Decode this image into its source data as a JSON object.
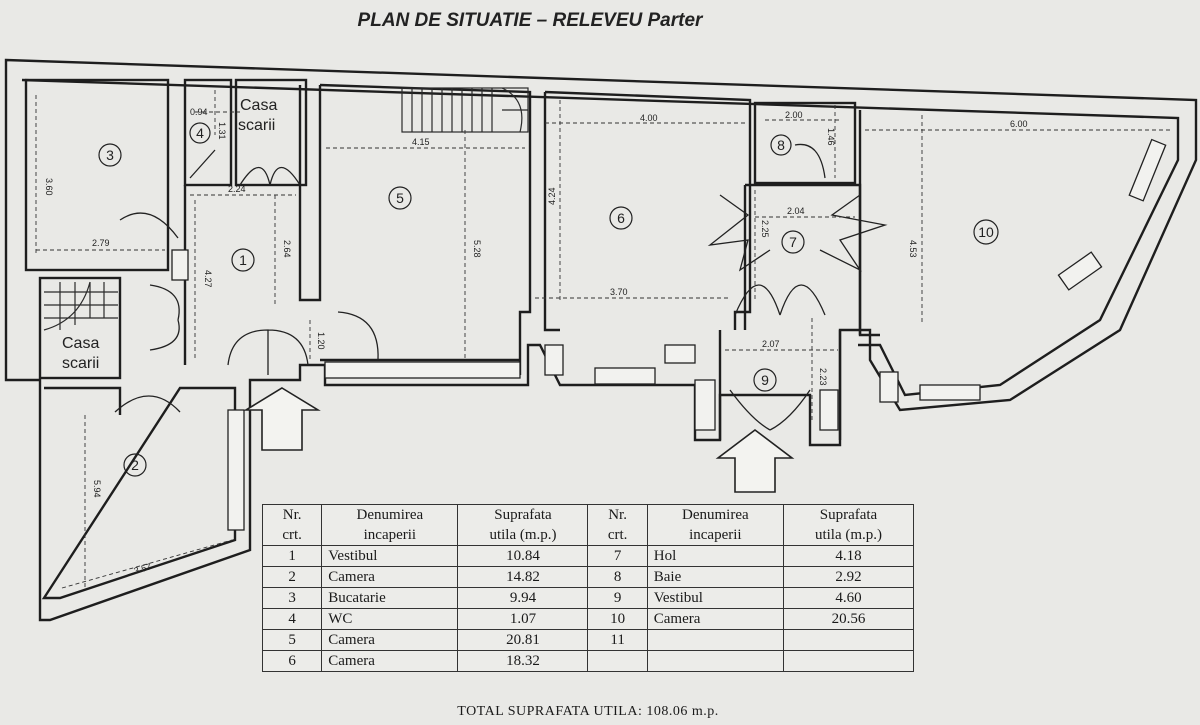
{
  "title": "PLAN DE SITUATIE – RELEVEU Parter",
  "rooms": [
    "1",
    "2",
    "3",
    "4",
    "5",
    "6",
    "7",
    "8",
    "9",
    "10"
  ],
  "stair_labels": {
    "top": [
      "Casa",
      "scarii"
    ],
    "left": [
      "Casa",
      "scarii"
    ]
  },
  "dimensions": {
    "d1": "0.94",
    "d2": "1.31",
    "d3": "2.24",
    "d4": "3.60",
    "d5": "2.79",
    "d6": "4.27",
    "d7": "2.64",
    "d8": "1.20",
    "d9": "4.15",
    "d10": "5.28",
    "d11": "4.00",
    "d12": "4.24",
    "d13": "3.70",
    "d14": "2.00",
    "d15": "1.46",
    "d16": "2.04",
    "d17": "2.25",
    "d18": "4.53",
    "d19": "6.00",
    "d20": "2.07",
    "d21": "2.23",
    "d22": "5.94",
    "d23": "3.57"
  },
  "table": {
    "headers": {
      "nr": [
        "Nr.",
        "crt."
      ],
      "name": [
        "Denumirea",
        "incaperii"
      ],
      "area": [
        "Suprafata",
        "utila (m.p.)"
      ]
    },
    "rows": [
      {
        "nr_a": "1",
        "name_a": "Vestibul",
        "area_a": "10.84",
        "nr_b": "7",
        "name_b": "Hol",
        "area_b": "4.18"
      },
      {
        "nr_a": "2",
        "name_a": "Camera",
        "area_a": "14.82",
        "nr_b": "8",
        "name_b": "Baie",
        "area_b": "2.92"
      },
      {
        "nr_a": "3",
        "name_a": "Bucatarie",
        "area_a": "9.94",
        "nr_b": "9",
        "name_b": "Vestibul",
        "area_b": "4.60"
      },
      {
        "nr_a": "4",
        "name_a": "WC",
        "area_a": "1.07",
        "nr_b": "10",
        "name_b": "Camera",
        "area_b": "20.56"
      },
      {
        "nr_a": "5",
        "name_a": "Camera",
        "area_a": "20.81",
        "nr_b": "11",
        "name_b": "",
        "area_b": ""
      },
      {
        "nr_a": "6",
        "name_a": "Camera",
        "area_a": "18.32",
        "nr_b": "",
        "name_b": "",
        "area_b": ""
      }
    ],
    "total": "TOTAL SUPRAFATA UTILA: 108.06 m.p."
  }
}
